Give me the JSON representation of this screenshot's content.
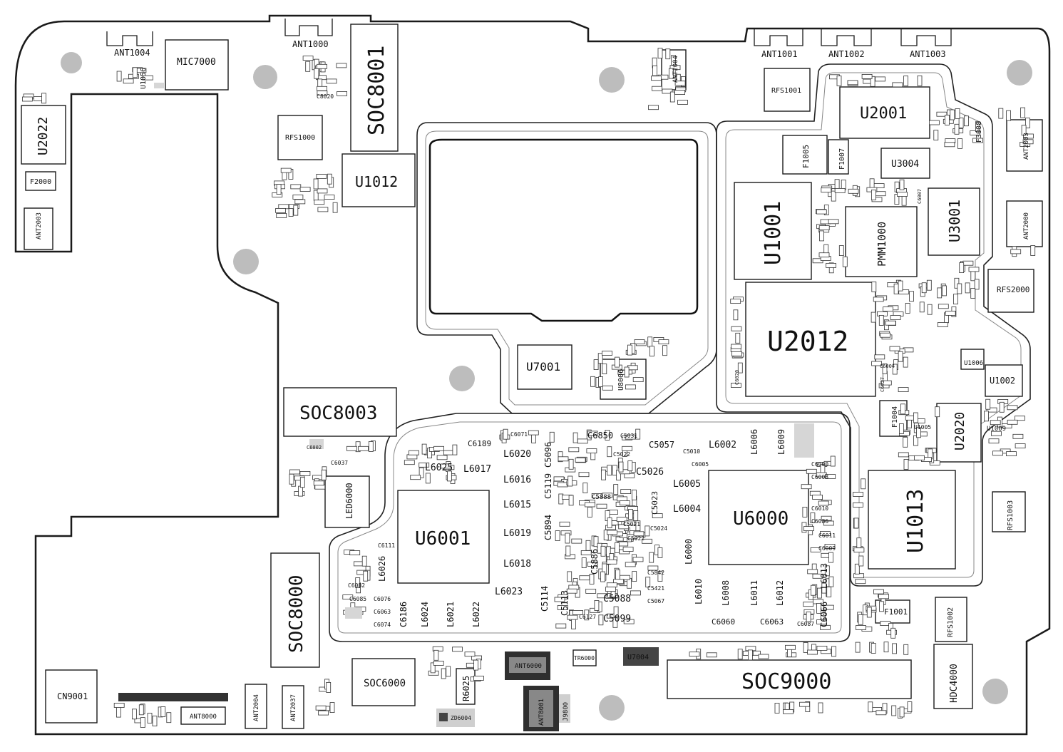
{
  "diagram": {
    "labels": {
      "ant1004": "ANT1004",
      "mic7000": "MIC7000",
      "u1056": "U1056",
      "ant1000": "ANT1000",
      "soc8001": "SOC8001",
      "ant2004": "ANT2004",
      "ant1001": "ANT1001",
      "ant1002": "ANT1002",
      "ant1003": "ANT1003",
      "rfs1001": "RFS1001",
      "u2001": "U2001",
      "f3008": "F3008",
      "ant2003_r": "ANT2003",
      "u2022": "U2022",
      "f2000": "F2000",
      "ant2003_l": "ANT2003",
      "rfs1000": "RFS1000",
      "u1012": "U1012",
      "f1005": "F1005",
      "f1007": "F1007",
      "u3004": "U3004",
      "u1001": "U1001",
      "pmm1000": "PMM1000",
      "u3001": "U3001",
      "ant2000": "ANT2000",
      "rfs2000": "RFS2000",
      "u2012": "U2012",
      "u7001": "U7001",
      "u8006": "U8006",
      "u1006": "U1006",
      "u1002": "U1002",
      "soc8003": "SOC8003",
      "f1004": "F1004",
      "u1005": "U1005",
      "u2020": "U2020",
      "u1009": "U1009",
      "l6025": "L6025",
      "l6017": "L6017",
      "l6020": "L6020",
      "c5096": "C5096",
      "c6850": "C6850",
      "c5057": "C5057",
      "l6002": "L6002",
      "l6006": "L6006",
      "l6009": "L6009",
      "c6189": "C6189",
      "c6071": "C6071",
      "l6016": "L6016",
      "c5119": "C5119",
      "c5026": "C5026",
      "l6005": "L6005",
      "u6000_reg": "U6000",
      "u1013": "U1013",
      "rfs1003": "RFS1003",
      "led6000": "LED6000",
      "l6015": "L6015",
      "c5888": "C5888",
      "c5023": "C5023",
      "l6004": "L6004",
      "u6001": "U6001",
      "l6019": "L6019",
      "c5894": "C5894",
      "l6000": "L6000",
      "soc8000": "SOC8000",
      "l6026": "L6026",
      "l6018": "L6018",
      "c5886": "C5886",
      "l6013": "L6013",
      "l6023": "L6023",
      "c5114": "C5114",
      "c5113": "C5113",
      "c5088": "C5088",
      "l6010": "L6010",
      "l6008": "L6008",
      "l6011": "L6011",
      "l6012": "L6012",
      "f1001": "F1001",
      "rfs1002": "RFS1002",
      "c6186": "C6186",
      "l6024": "L6024",
      "l6021": "L6021",
      "l6022": "L6022",
      "c5099": "C5099",
      "c6060": "C6060",
      "c6063": "C6063",
      "c6066": "C6066",
      "soc6000": "SOC6000",
      "r6025": "R6025",
      "ant6000": "ANT6000",
      "tr6000": "TR6000",
      "u7004": "U7004",
      "soc9000": "SOC9000",
      "hdc4000": "HDC4000",
      "cn9001": "CN9001",
      "ant8000": "ANT8000",
      "ant2004_b": "ANT2004",
      "ant2037": "ANT2037",
      "ant8001": "ANT8001",
      "zd6004": "ZD6004",
      "j9800": "J9800",
      "c6037": "C6037",
      "c6086": "C6086",
      "c6076": "C6076",
      "c6085": "C6085",
      "c6063b": "C6063",
      "c6074": "C6074",
      "c6111": "C6111",
      "c5022": "C5022",
      "c5421": "C5421",
      "c5067": "C5067",
      "c5842": "C5842",
      "c6127": "C6127",
      "c6008": "C6008",
      "c6009": "C6009",
      "c6011": "C6011",
      "c6010": "C6010",
      "c6005": "C6005",
      "c5021": "C5021",
      "c5024": "C5024",
      "c6002": "C6002",
      "c6082": "C6082",
      "c6087": "C6087",
      "c8020": "C8020",
      "c6004": "C6004",
      "c6007": "C6007",
      "c6020": "C6020",
      "c6027": "C6027",
      "c5031": "C5031",
      "c5022b": "C5022",
      "c5010": "C5010",
      "c6000": "C6000"
    }
  }
}
